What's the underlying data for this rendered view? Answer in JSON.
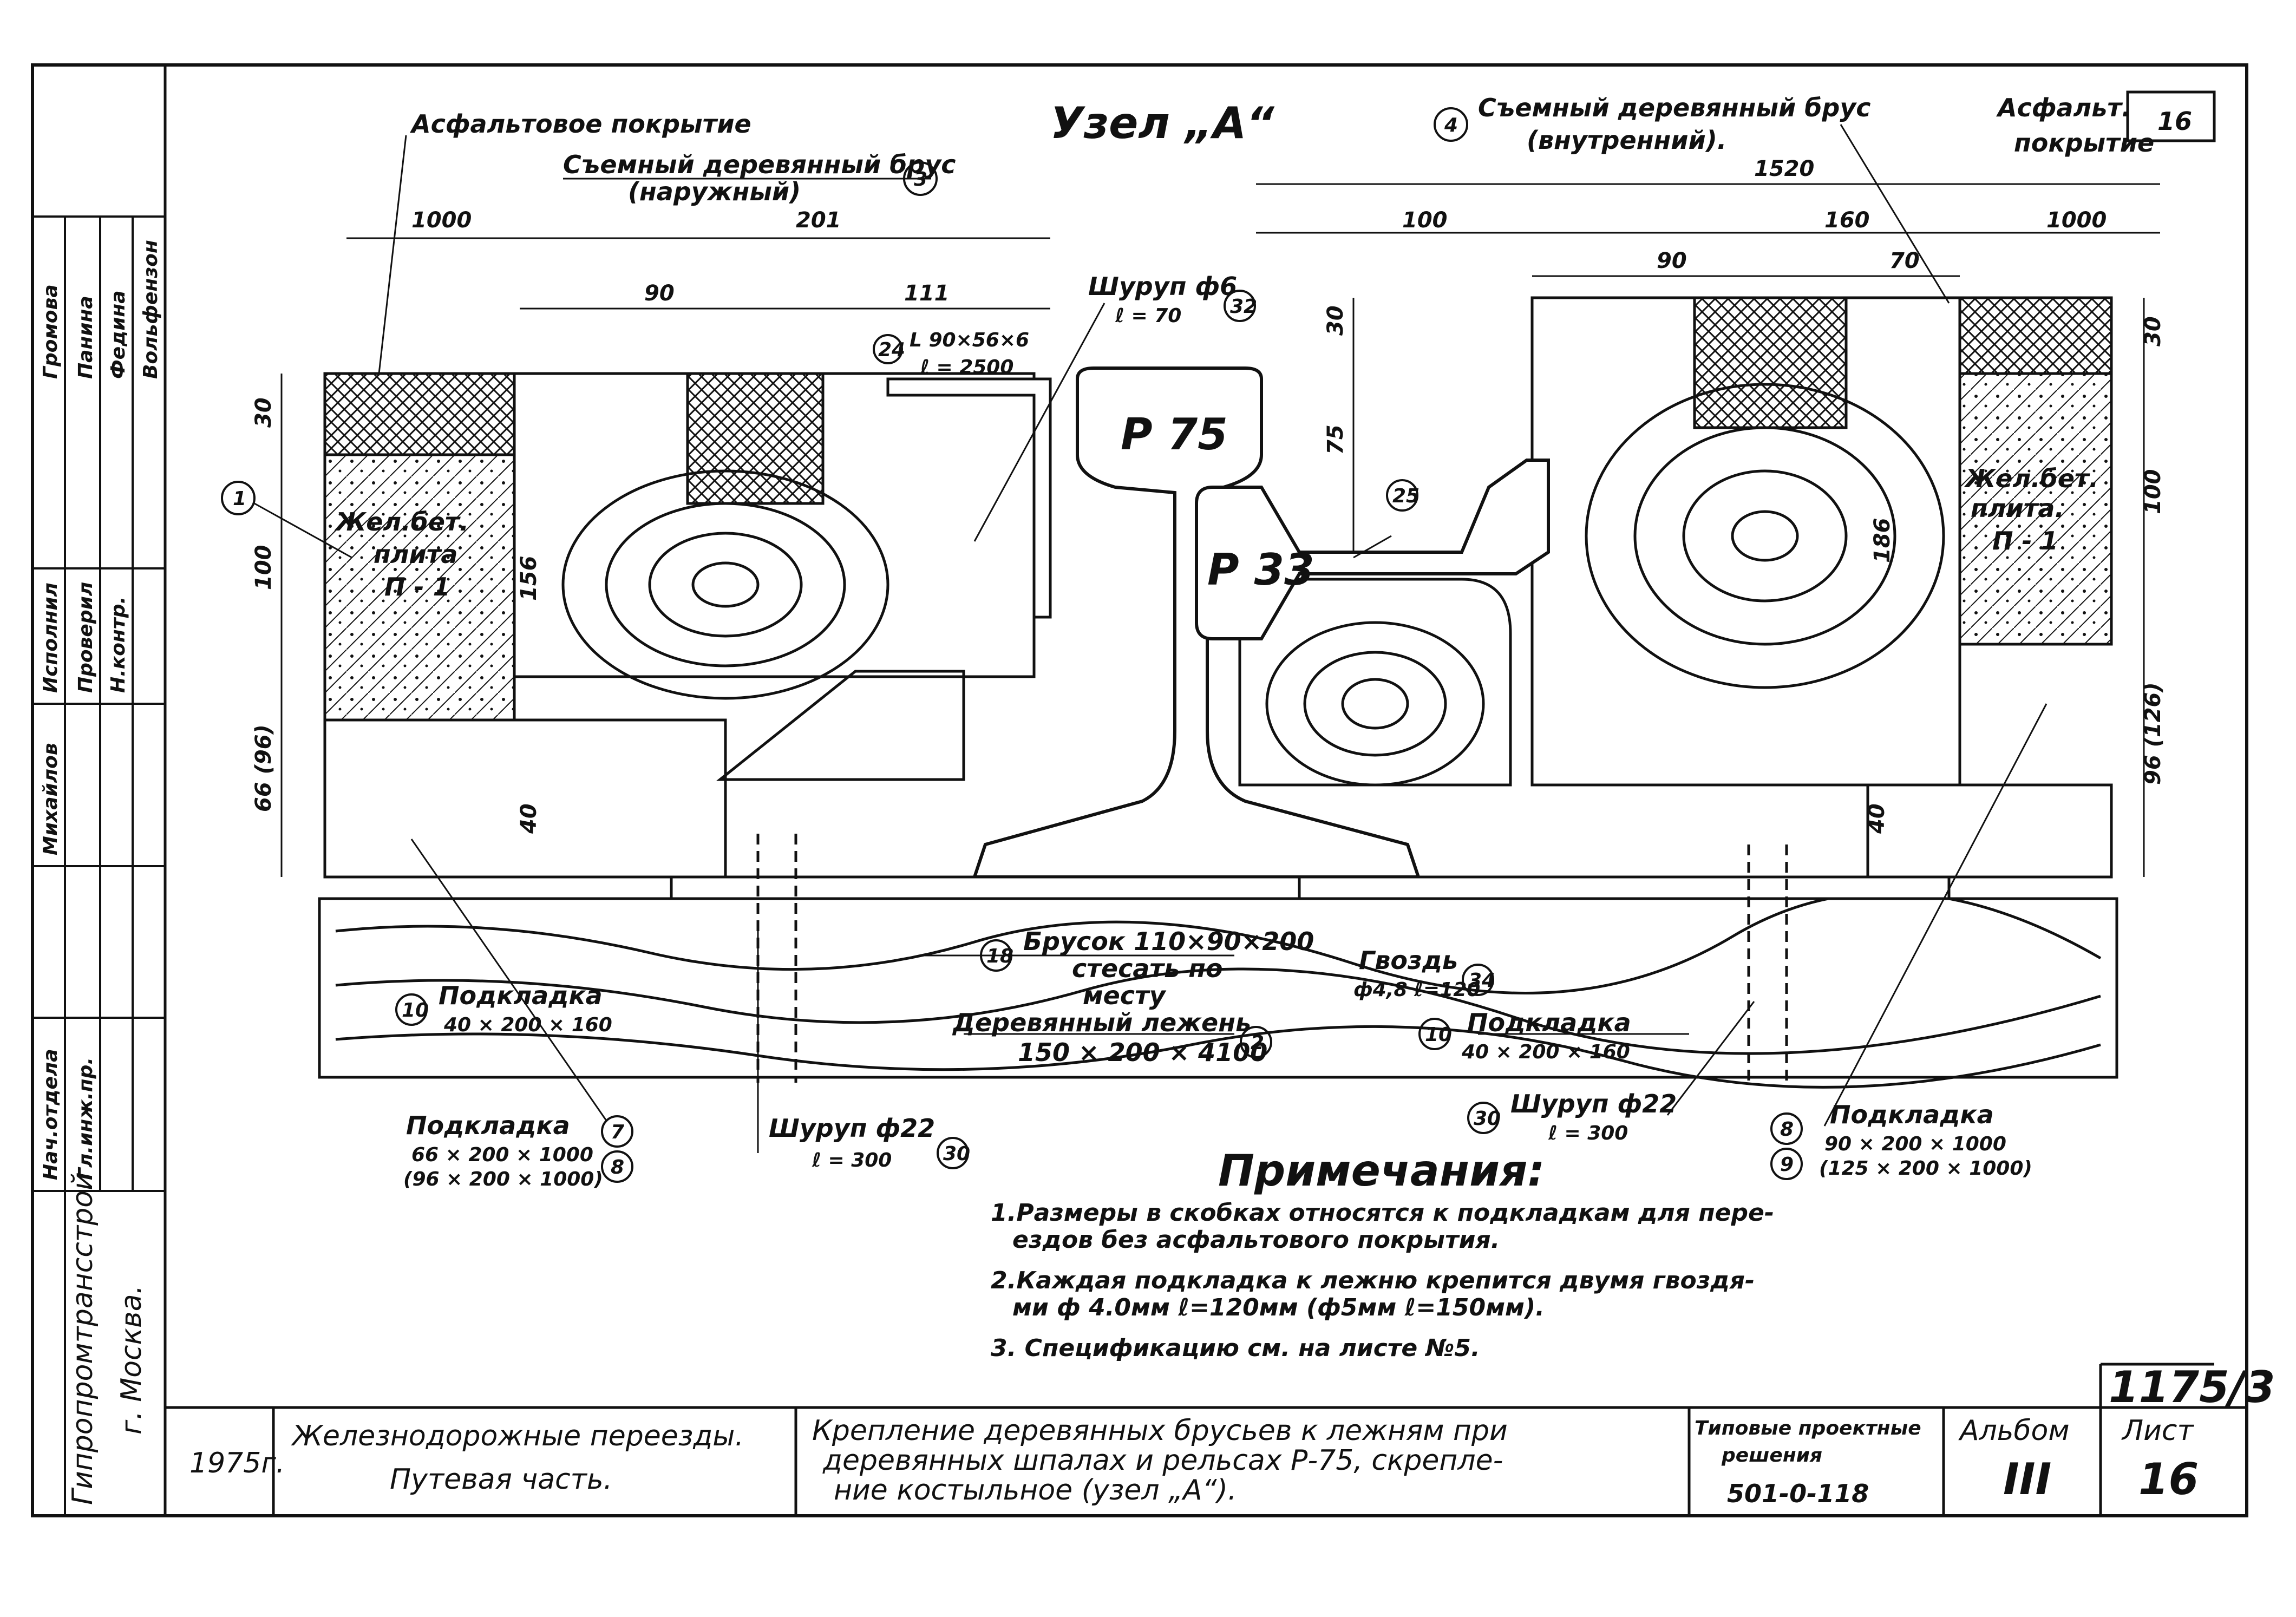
{
  "title": "Узел „А“",
  "sheet_corner": "16",
  "labels": {
    "asphalt_left": "Асфальтовое покрытие",
    "outer_beam_title": "Съемный деревянный брус",
    "outer_beam_sub": "(наружный)",
    "outer_beam_num": "3",
    "inner_beam_num": "4",
    "inner_beam_title": "Съемный деревянный брус",
    "inner_beam_sub": "(внутренний).",
    "asphalt_right_1": "Асфальт.",
    "asphalt_right_2": "покрытие",
    "angle_num": "24",
    "angle_1": "L 90×56×6",
    "angle_2": "ℓ = 2500",
    "screw6_1": "Шуруп ф6",
    "screw6_2": "ℓ = 70",
    "screw6_num": "32",
    "rail_p75": "Р 75",
    "rail_p33": "Р 33",
    "rail_num": "25",
    "slab_left_1": "Жел.бет.",
    "slab_left_2": "плита",
    "slab_left_3": "П - 1",
    "slab_right_1": "Жел.бет.",
    "slab_right_2": "плита.",
    "slab_right_3": "П - 1",
    "slab_num": "1",
    "brusok_num": "18",
    "brusok_1": "Брусок 110×90×200",
    "brusok_2": "стесать по",
    "brusok_3": "месту",
    "nail_1": "Гвоздь",
    "nail_2": "ф4,8 ℓ=120",
    "nail_num": "34",
    "lezhen_1": "Деревянный лежень",
    "lezhen_2": "150 × 200 × 4100",
    "lezhen_num": "2",
    "podkl10L_num": "10",
    "podkl10L_1": "Подкладка",
    "podkl10L_2": "40 × 200 × 160",
    "podkl10R_num": "10",
    "podkl10R_1": "Подкладка",
    "podkl10R_2": "40 × 200 × 160",
    "podkl7_1": "Подкладка",
    "podkl7_2": "66 × 200 × 1000",
    "podkl7_3": "(96 × 200 × 1000)",
    "podkl7_num": "7",
    "podkl7_num2": "8",
    "screw22L_1": "Шуруп ф22",
    "screw22L_2": "ℓ = 300",
    "screw22L_num": "30",
    "screw22R_num": "30",
    "screw22R_1": "Шуруп ф22",
    "screw22R_2": "ℓ = 300",
    "podkl8_num": "8",
    "podkl8_1": "Подкладка",
    "podkl8_2": "90 × 200 × 1000",
    "podkl8_3": "(125 × 200 × 1000)",
    "podkl8_num2": "9"
  },
  "dims": {
    "d1000L": "1000",
    "d201": "201",
    "d90L": "90",
    "d111": "111",
    "d30L": "30",
    "d100L": "100",
    "d66": "66 (96)",
    "d156": "156",
    "d40L": "40",
    "d1520": "1520",
    "d100R": "100",
    "d160": "160",
    "d90R": "90",
    "d70": "70",
    "d1000R": "1000",
    "d30m": "30",
    "d75": "75",
    "d186": "186",
    "d30R": "30",
    "d100RR": "100",
    "d96": "96 (126)",
    "d40R": "40"
  },
  "notes": {
    "heading": "Примечания:",
    "n1a": "1.Размеры в скобках относятся к подкладкам для пере-",
    "n1b": "ездов без асфальтового покрытия.",
    "n2a": "2.Каждая подкладка к лежню крепится двумя гвоздя-",
    "n2b": "ми ф 4.0мм  ℓ=120мм  (ф5мм  ℓ=150мм).",
    "n3": "3. Спецификацию см. на листе №5."
  },
  "stamp": {
    "org": "Гипропромтрансстрой",
    "city": "г. Москва.",
    "roles": [
      "Исполнил",
      "Проверил",
      "Н.контр.",
      "Гл.инж.пр.",
      "Нач.отдела"
    ],
    "names": [
      "Громова",
      "Панина",
      "Федина",
      "Вольфензон",
      "Михайлов"
    ]
  },
  "title_block": {
    "year": "1975г.",
    "subject_1": "Железнодорожные переезды.",
    "subject_2": "Путевая часть.",
    "desc_1": "Крепление деревянных брусьев к лежням при",
    "desc_2": "деревянных шпалах и рельсах Р-75, скрепле-",
    "desc_3": "ние костыльное         (узел „А“).",
    "typ_1": "Типовые проектные",
    "typ_2": "решения",
    "typ_3": "501-0-118",
    "album_label": "Альбом",
    "album_value": "III",
    "sheet_label": "Лист",
    "sheet_value": "16",
    "code": "1175/3"
  },
  "colors": {
    "ink": "#111111",
    "paper": "#ffffff"
  }
}
